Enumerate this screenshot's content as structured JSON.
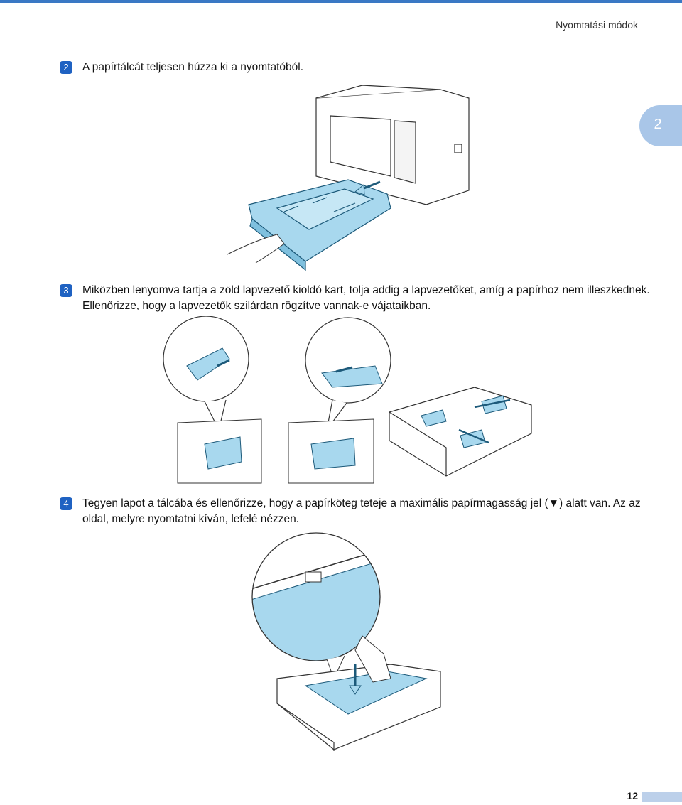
{
  "header": {
    "title": "Nyomtatási módok"
  },
  "chapter_tab": {
    "number": "2"
  },
  "steps": [
    {
      "badge": "2",
      "text": "A papírtálcát teljesen húzza ki a nyomtatóból."
    },
    {
      "badge": "3",
      "text": "Miközben lenyomva tartja a zöld lapvezető kioldó kart, tolja addig a lapvezetőket, amíg a papírhoz nem illeszkednek. Ellenőrizze, hogy a lapvezetők szilárdan rögzítve vannak-e vájataikban."
    },
    {
      "badge": "4",
      "text": "Tegyen lapot a tálcába és ellenőrizze, hogy a papírköteg teteje a maximális papírmagasság jel (▼) alatt van. Az az oldal, melyre nyomtatni kíván, lefelé nézzen."
    }
  ],
  "footer": {
    "page_number": "12"
  },
  "colors": {
    "accent": "#3a78c4",
    "tray_blue": "#a8d8ee",
    "tab": "#a9c6e8"
  }
}
